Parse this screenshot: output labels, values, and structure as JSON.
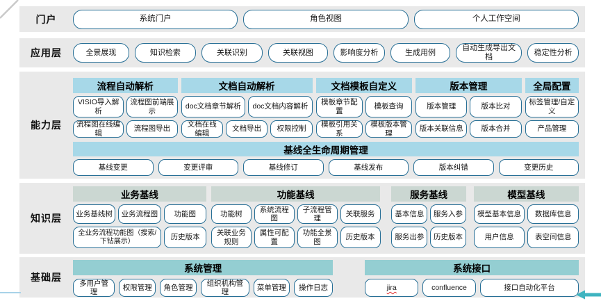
{
  "colors": {
    "band_bg": "#e9e9e9",
    "button_border": "#276f96",
    "capability_header_bg": "#a7d8e8",
    "knowledge_header_bg": "#cbd7d2",
    "base_header_bg": "#94ced2",
    "accent_arrow": "#3fb4c0"
  },
  "portal": {
    "label": "门户",
    "buttons": [
      "系统门户",
      "角色视图",
      "个人工作空间"
    ]
  },
  "application": {
    "label": "应用层",
    "buttons": [
      "全景展现",
      "知识检索",
      "关联识别",
      "关联视图",
      "影响度分析",
      "生成用例",
      "自动生成导出文档",
      "稳定性分析"
    ]
  },
  "capability": {
    "label": "能力层",
    "groups": [
      {
        "header": "流程自动解析",
        "rows": [
          [
            "VISIO导入解析",
            "流程图前端展示"
          ],
          [
            "流程图在线编辑",
            "流程图导出"
          ]
        ]
      },
      {
        "header": "文档自动解析",
        "rows": [
          [
            "doc文档章节解析",
            "doc文档内容解析"
          ],
          [
            "文档在线编辑",
            "文档导出",
            "权限控制"
          ]
        ]
      },
      {
        "header": "文档模板自定义",
        "rows": [
          [
            "模板章节配置",
            "模板查询"
          ],
          [
            "模板引用关系",
            "模板版本管理"
          ]
        ]
      },
      {
        "header": "版本管理",
        "rows": [
          [
            "版本管理",
            "版本比对"
          ],
          [
            "版本关联信息",
            "版本合并"
          ]
        ]
      },
      {
        "header": "全局配置",
        "rows": [
          [
            "标签管理/自定义"
          ],
          [
            "产品管理"
          ]
        ]
      }
    ],
    "baseline": {
      "header": "基线全生命周期管理",
      "buttons": [
        "基线变更",
        "变更评审",
        "基线修订",
        "基线发布",
        "版本纠错",
        "变更历史"
      ]
    }
  },
  "knowledge": {
    "label": "知识层",
    "groups": [
      {
        "header": "业务基线",
        "rows": [
          [
            "业务基线树",
            "业务流程图",
            "功能图"
          ],
          [
            "全业务流程功能图（搜索/下钻展示）",
            "历史版本"
          ]
        ]
      },
      {
        "header": "功能基线",
        "rows": [
          [
            "功能树",
            "系统流程图",
            "子流程管理",
            "关联服务"
          ],
          [
            "关联业务规则",
            "属性可配置",
            "功能全景图",
            "历史版本"
          ]
        ]
      },
      {
        "header": "服务基线",
        "rows": [
          [
            "基本信息",
            "服务入参"
          ],
          [
            "服务出参",
            "历史版本"
          ]
        ]
      },
      {
        "header": "模型基线",
        "rows": [
          [
            "模型基本信息",
            "数据库信息"
          ],
          [
            "用户信息",
            "表空间信息"
          ]
        ]
      }
    ]
  },
  "base": {
    "label": "基础层",
    "groups": [
      {
        "header": "系统管理",
        "rows": [
          [
            "多用户管理",
            "权限管理",
            "角色管理",
            "组织机构管理",
            "菜单管理",
            "操作日志"
          ]
        ]
      },
      {
        "header": "系统接口",
        "rows": [
          [
            "jira",
            "confluence",
            "接口自动化平台"
          ]
        ]
      }
    ]
  }
}
